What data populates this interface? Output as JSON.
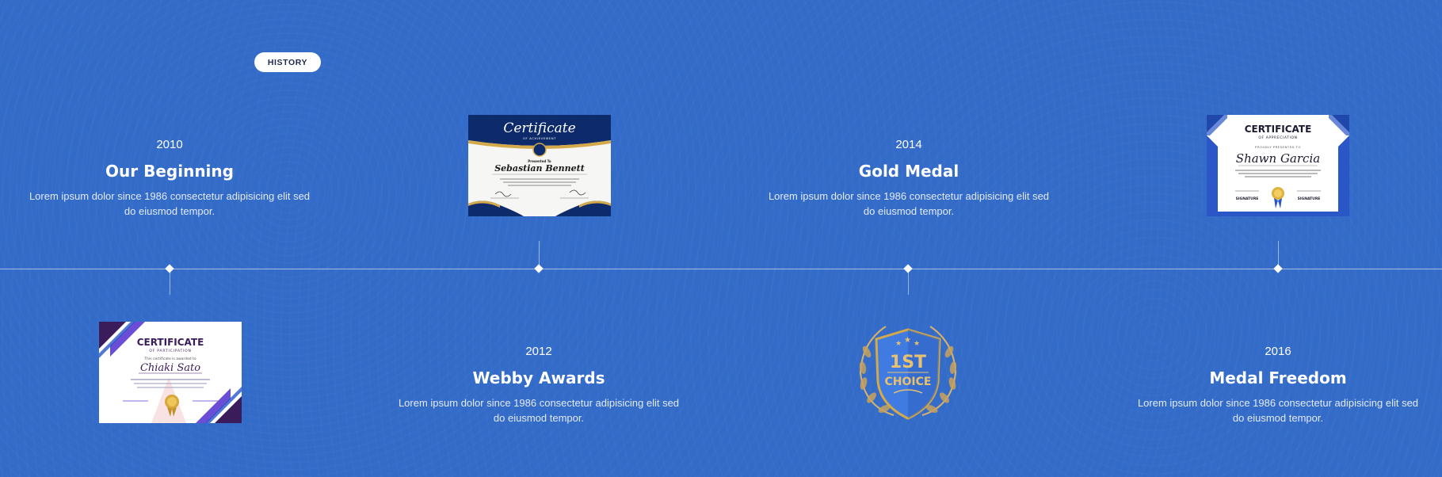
{
  "section_tag": "HISTORY",
  "timeline": [
    {
      "year": "2010",
      "title": "Our Beginning",
      "description": "Lorem ipsum dolor since 1986 consectetur adipisicing elit sed do eiusmod tempor."
    },
    {
      "year": "2012",
      "title": "Webby Awards",
      "description": "Lorem ipsum dolor since 1986 consectetur adipisicing elit sed do eiusmod tempor."
    },
    {
      "year": "2014",
      "title": "Gold Medal",
      "description": "Lorem ipsum dolor since 1986 consectetur adipisicing elit sed do eiusmod tempor."
    },
    {
      "year": "2016",
      "title": "Medal Freedom",
      "description": "Lorem ipsum dolor since 1986 consectetur adipisicing elit sed do eiusmod tempor."
    }
  ],
  "certificates": {
    "participation": {
      "heading": "CERTIFICATE",
      "sub": "OF PARTICIPATION",
      "line": "This certificate is awarded to",
      "name": "Chiaki Sato"
    },
    "achievement": {
      "heading": "Certificate",
      "sub": "OF ACHIEVEMENT",
      "line": "Presented To",
      "name": "Sebastian Bennett"
    },
    "badge": {
      "line1": "1ST",
      "line2": "CHOICE"
    },
    "appreciation": {
      "heading": "CERTIFICATE",
      "sub": "OF APPRECIATION",
      "line": "PROUDLY PRESENTED TO",
      "name": "Shawn Garcia",
      "sig1": "SIGNATURE",
      "sig2": "SIGNATURE"
    }
  },
  "colors": {
    "background": "#336bc8",
    "accent_gold": "#d4a94a",
    "navy": "#0d2a6b",
    "purple": "#3b1c5a"
  }
}
